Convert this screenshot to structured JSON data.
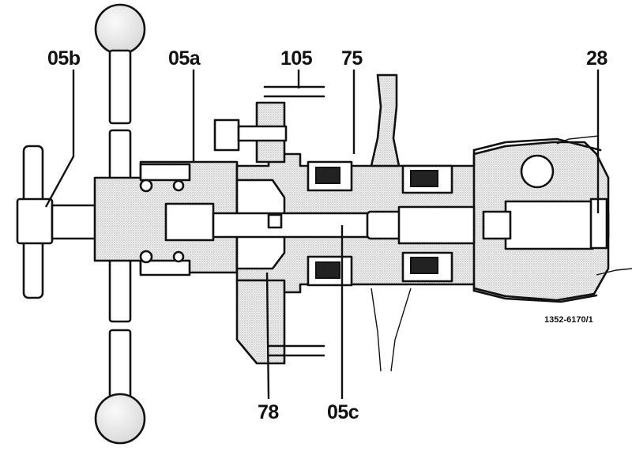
{
  "labels": {
    "l05b": "05b",
    "l05a": "05a",
    "l105": "105",
    "l75": "75",
    "l28": "28",
    "l78": "78",
    "l05c": "05c"
  },
  "figure_number": "1352-6170/1"
}
